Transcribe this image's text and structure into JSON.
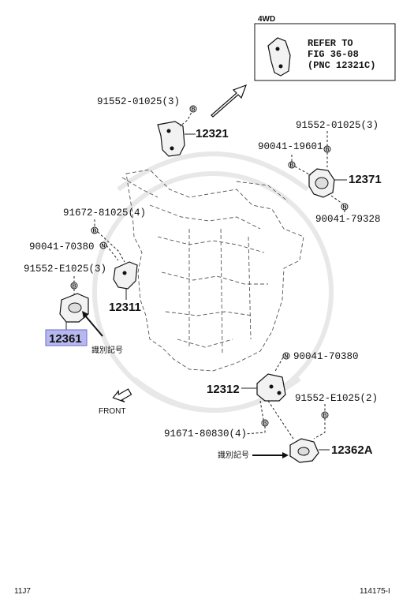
{
  "drivetrain_label": "4WD",
  "refer_box": {
    "line1": "REFER TO",
    "line2": "FIG 36-08",
    "line3": "(PNC 12321C)"
  },
  "parts": {
    "p12321": "12321",
    "p12371": "12371",
    "p12311": "12311",
    "p12361": "12361",
    "p12312": "12312",
    "p12362A": "12362A"
  },
  "fasteners": {
    "f1": "91552-01025(3)",
    "f2": "91552-01025(3)",
    "f3": "90041-19601",
    "f4": "90041-79328",
    "f5": "91672-81025(4)",
    "f6": "90041-70380",
    "f7": "91552-E1025(3)",
    "f8": "90041-70380",
    "f9": "91552-E1025(2)",
    "f10": "91671-80830(4)"
  },
  "marker_letters": {
    "bolt": "B",
    "nut": "N"
  },
  "id_mark_label": "識別記号",
  "front_label": "FRONT",
  "footer": {
    "left": "11J7",
    "right": "114175-I"
  },
  "highlight_color": "#b8b8f0"
}
